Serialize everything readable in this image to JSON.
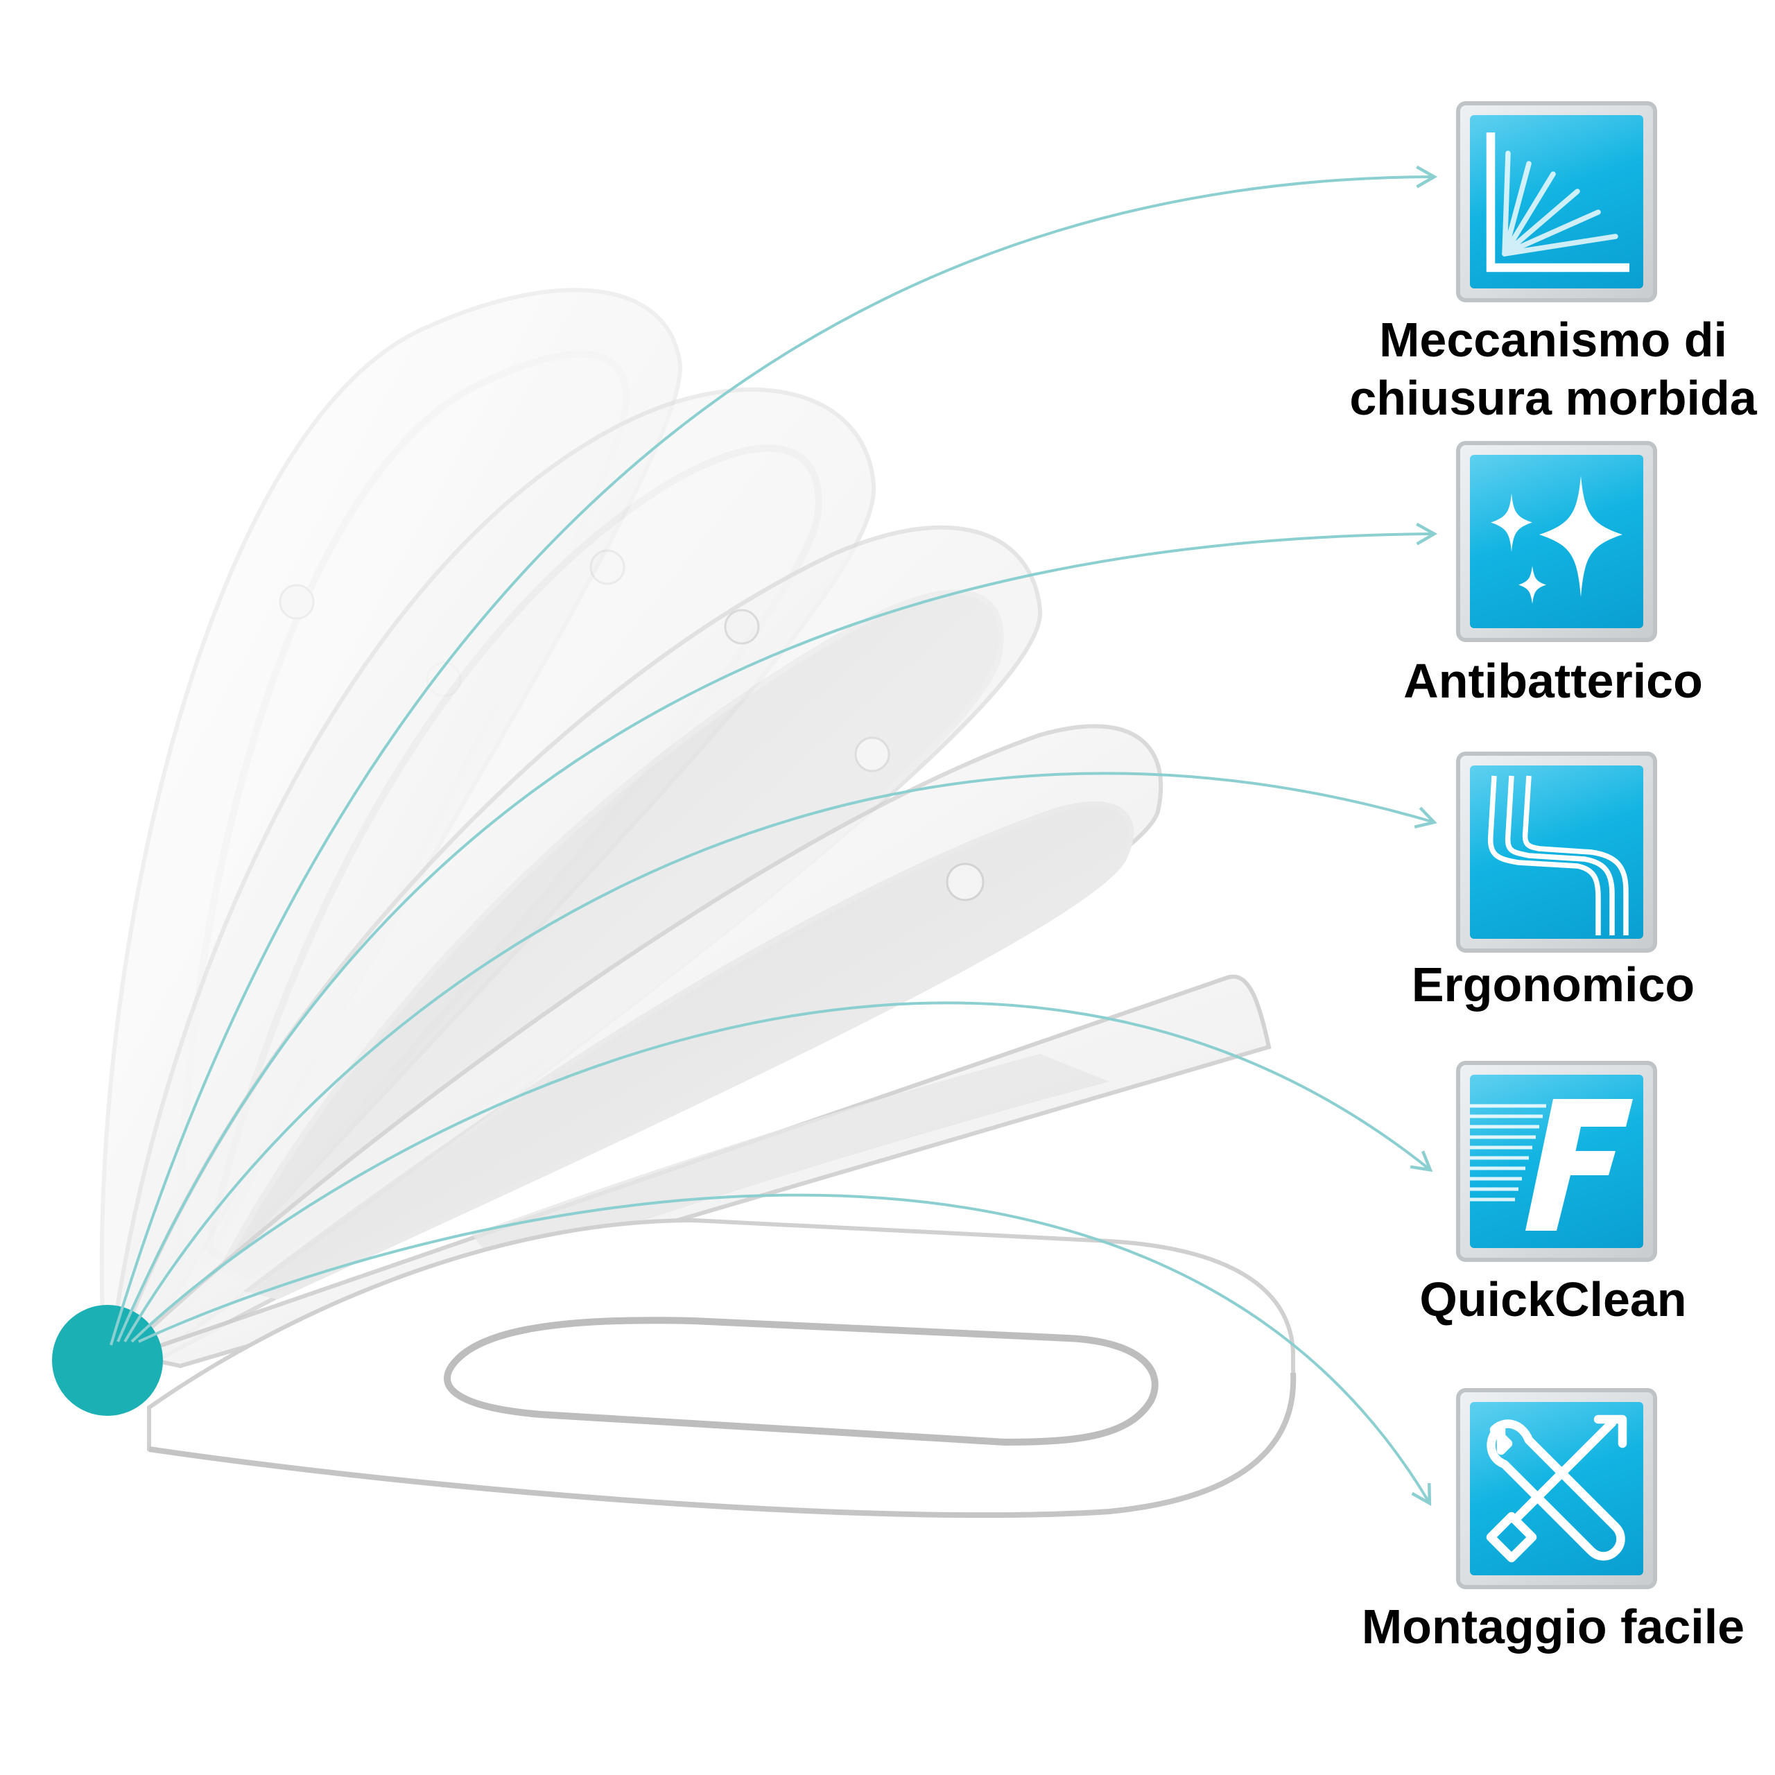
{
  "colors": {
    "accent_teal": "#1bb0b4",
    "arrow_line": "#8ccfd0",
    "icon_blue": "#12b4e2",
    "icon_border": "#bfc3c6",
    "label_text": "#000000"
  },
  "features": [
    {
      "icon": "soft-close-icon",
      "label_lines": [
        "Meccanismo di",
        "chiusura morbida"
      ]
    },
    {
      "icon": "sparkle-icon",
      "label_lines": [
        "Antibatterico"
      ]
    },
    {
      "icon": "ergonomic-curve-icon",
      "label_lines": [
        "Ergonomico"
      ]
    },
    {
      "icon": "quickclean-f-icon",
      "label_lines": [
        "QuickClean"
      ]
    },
    {
      "icon": "tools-icon",
      "label_lines": [
        "Montaggio facile"
      ]
    }
  ]
}
